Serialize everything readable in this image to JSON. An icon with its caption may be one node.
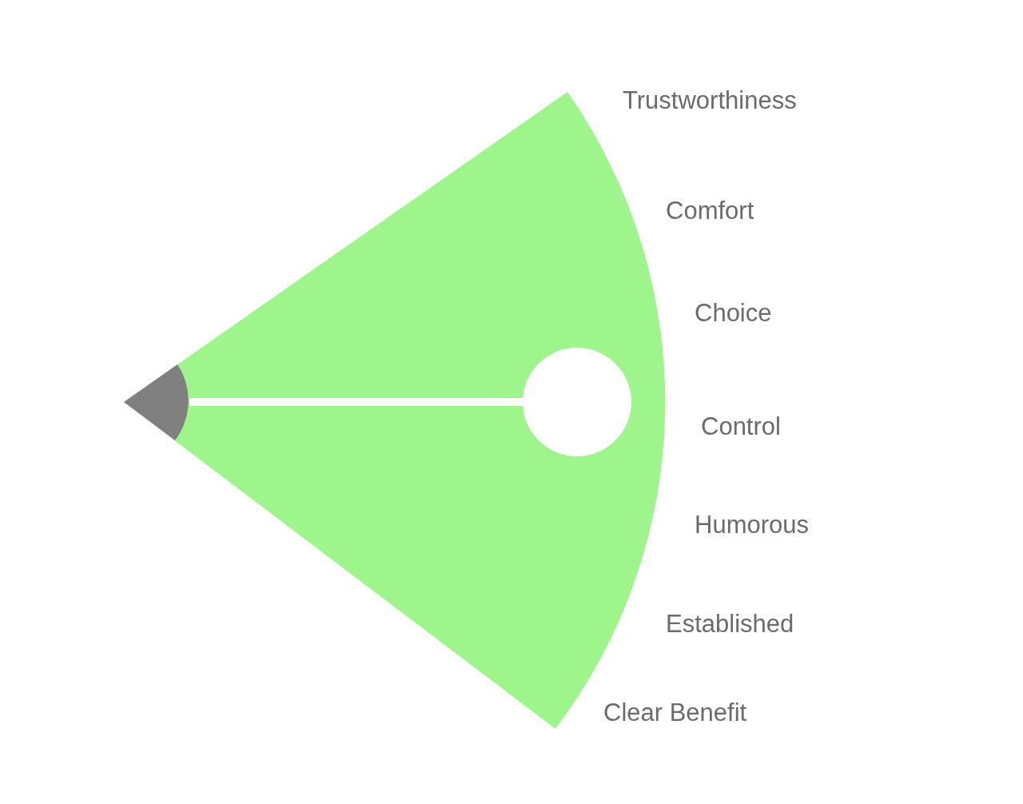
{
  "diagram": {
    "labels": [
      "Trustworthiness",
      "Comfort",
      "Choice",
      "Control",
      "Humorous",
      "Established",
      "Clear Benefit"
    ]
  }
}
